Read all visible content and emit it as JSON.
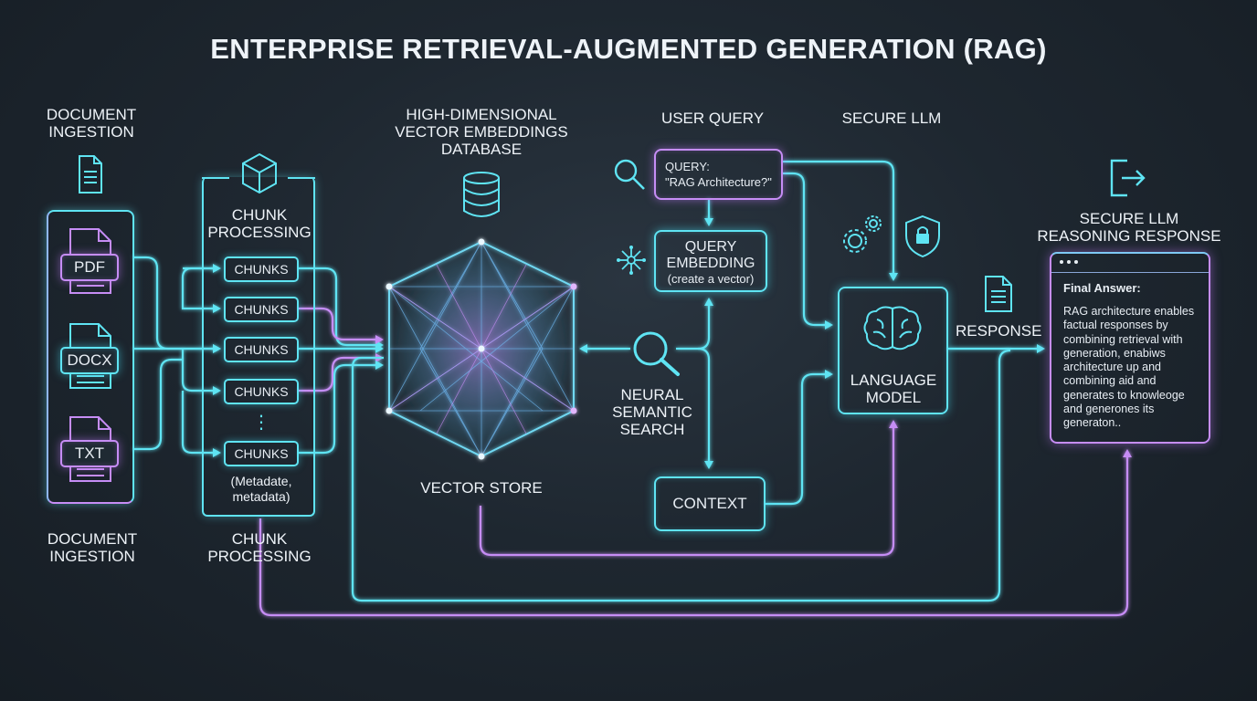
{
  "title": "ENTERPRISE RETRIEVAL-AUGMENTED GENERATION (RAG)",
  "ingestion": {
    "label_top": [
      "DOCUMENT",
      "INGESTION"
    ],
    "label_bottom": [
      "DOCUMENT",
      "INGESTION"
    ],
    "docs": [
      "PDF",
      "DOCX",
      "TXT"
    ]
  },
  "chunking": {
    "label_inner": [
      "CHUNK",
      "PROCESSING"
    ],
    "label_bottom": [
      "CHUNK",
      "PROCESSING"
    ],
    "chunks": [
      "CHUNKS",
      "CHUNKS",
      "CHUNKS",
      "CHUNKS",
      "CHUNKS"
    ],
    "ellipsis": "⋮",
    "metadata": [
      "(Metadate,",
      "metadata)"
    ]
  },
  "vector_db": {
    "label": [
      "HIGH-DIMENSIONAL",
      "VECTOR EMBEDDINGS",
      "DATABASE"
    ],
    "store_label": "VECTOR STORE"
  },
  "user_query": {
    "label": "USER QUERY",
    "query_line1": "QUERY:",
    "query_line2": "\"RAG Architecture?\""
  },
  "embedding": {
    "line1": "QUERY",
    "line2": "EMBEDDING",
    "line3": "(create a vector)"
  },
  "search": {
    "label": [
      "NEURAL",
      "SEMANTIC",
      "SEARCH"
    ]
  },
  "context": {
    "label": "CONTEXT"
  },
  "llm": {
    "label": "SECURE LLM",
    "model_label": [
      "LANGUAGE",
      "MODEL"
    ]
  },
  "response": {
    "label": "RESPONSE",
    "panel_title": [
      "SECURE LLM",
      "REASONING RESPONSE"
    ],
    "final_answer_title": "Final Answer:",
    "final_answer_lines": [
      "RAG architecture enables",
      "factual responses by",
      "combining retrieval with",
      "generation, enabiws",
      "architecture up and",
      "combining aid and",
      "generates to knowleoge",
      "and generones its",
      "generaton.."
    ]
  },
  "colors": {
    "cyan": "#5fe4f3",
    "violet": "#c68df5",
    "background": "#1e2730"
  },
  "icons": [
    "document-icon",
    "cube-icon",
    "database-icon",
    "search-icon",
    "network-icon",
    "gears-icon",
    "shield-lock-icon",
    "brain-icon",
    "export-icon",
    "magnifier-icon",
    "response-doc-icon"
  ]
}
